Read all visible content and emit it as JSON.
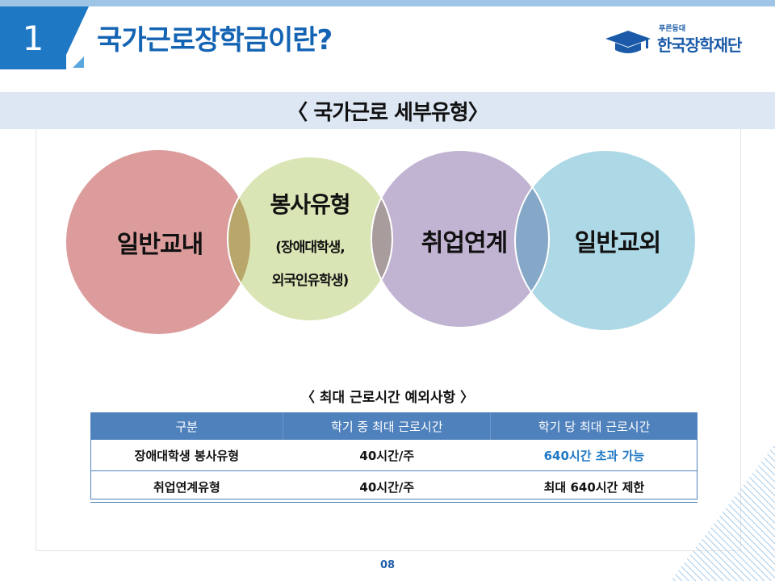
{
  "header": {
    "section_number": "1",
    "title": "국가근로장학금이란?",
    "logo_small": "푸른등대",
    "logo_text": "한국장학재단"
  },
  "banner": {
    "title": "〈 국가근로 세부유형〉"
  },
  "venn": {
    "circles": [
      {
        "label": "일반교내",
        "color": "#dd9c9c"
      },
      {
        "label_main": "봉사유형",
        "label_sub1": "(장애대학생,",
        "label_sub2": "외국인유학생)",
        "color": "#d3e0a8"
      },
      {
        "label": "취업연계",
        "color": "#b8a8cc"
      },
      {
        "label": "일반교외",
        "color": "#a4d4e2"
      }
    ]
  },
  "exceptions": {
    "title": "〈  최대 근로시간 예외사항 〉",
    "headers": [
      "구분",
      "학기 중 최대 근로시간",
      "학기 당 최대 근로시간"
    ],
    "rows": [
      [
        "장애대학생 봉사유형",
        "40시간/주",
        "640시간 초과 가능"
      ],
      [
        "취업연계유형",
        "40시간/주",
        "최대 640시간 제한"
      ]
    ],
    "header_color": "#4f81bd",
    "highlight_color": "#1f78c4"
  },
  "footer": {
    "page_number": "08"
  }
}
